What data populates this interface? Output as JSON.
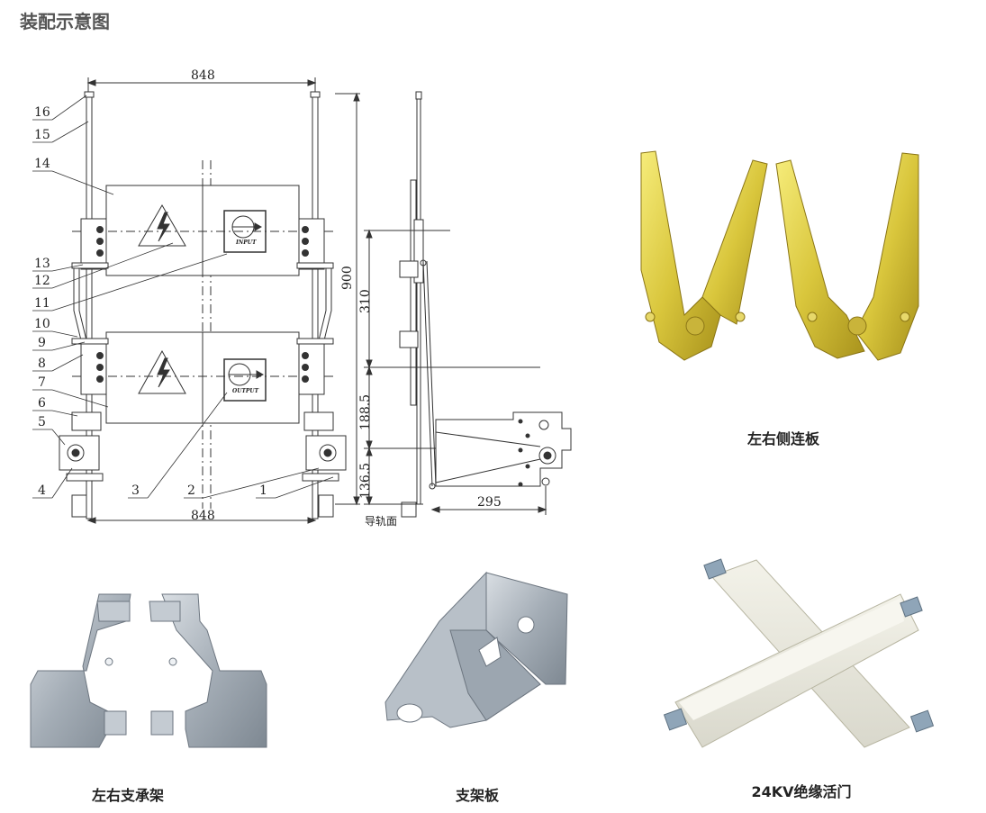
{
  "title": "装配示意图",
  "drawing": {
    "dims": {
      "top_width": "848",
      "bottom_width": "848",
      "total_height": "900",
      "seg_310": "310",
      "seg_188": "188.5",
      "seg_136": "136.5",
      "side_295": "295"
    },
    "rail_label": "导轨面",
    "input_text": "INPUT",
    "output_text": "OUTPUT",
    "callouts": [
      "16",
      "15",
      "14",
      "13",
      "12",
      "11",
      "10",
      "9",
      "8",
      "7",
      "6",
      "5",
      "4",
      "3",
      "2",
      "1"
    ]
  },
  "photos": [
    {
      "caption": "左右侧连板",
      "color": "#d8c23a"
    },
    {
      "caption": "左右支承架",
      "color": "#9aa3ad"
    },
    {
      "caption": "支架板",
      "color": "#a9b2bb"
    },
    {
      "caption": "24KV绝缘活门",
      "color": "#e9e8dc"
    }
  ]
}
